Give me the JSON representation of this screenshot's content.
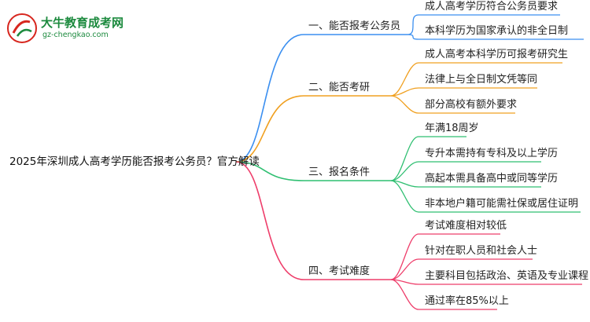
{
  "logo": {
    "name": "大牛教育成考网",
    "url": "gz-chengkao.com",
    "mark_color": "#d7261e",
    "text_color": "#1c8a3e"
  },
  "mindmap": {
    "root": "2025年深圳成人高考学历能否报考公务员？官方解读",
    "branches": [
      {
        "label": "一、能否报考公务员",
        "color": "#3b8ff0",
        "children": [
          "成人高考学历符合公务员要求",
          "本科学历为国家承认的非全日制"
        ]
      },
      {
        "label": "二、能否考研",
        "color": "#f0a020",
        "children": [
          "成人高考本科学历可报考研究生",
          "法律上与全日制文凭等同",
          "部分高校有额外要求"
        ]
      },
      {
        "label": "三、报名条件",
        "color": "#2fbf71",
        "children": [
          "年满18周岁",
          "专升本需持有专科及以上学历",
          "高起本需具备高中或同等学历",
          "非本地户籍可能需社保或居住证明"
        ]
      },
      {
        "label": "四、考试难度",
        "color": "#ee3d6a",
        "children": [
          "考试难度相对较低",
          "针对在职人员和社会人士",
          "主要科目包括政治、英语及专业课程",
          "通过率在85%以上"
        ]
      }
    ]
  }
}
